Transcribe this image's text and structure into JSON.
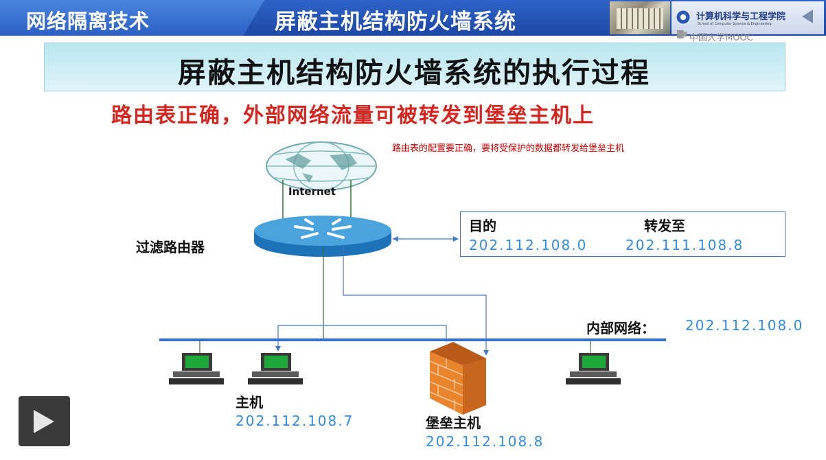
{
  "header": {
    "course_section": "网络隔离技术",
    "slide_topic": "屏蔽主机结构防火墙系统",
    "school_name": "计算机科学与工程学院",
    "school_subtitle": "School of Computer Science & Engineering",
    "platform": "中国大学MOOC"
  },
  "slide": {
    "title": "屏蔽主机结构防火墙系统的执行过程",
    "subtitle": "路由表正确，外部网络流量可被转发到堡垒主机上",
    "annotation": "路由表的配置要正确，要将受保护的数据都转发给堡垒主机"
  },
  "diagram": {
    "internet_label": "Internet",
    "router_label": "过滤路由器",
    "routing_table": {
      "headers": [
        "目的",
        "转发至"
      ],
      "row": [
        "202.112.108.0",
        "202.111.108.8"
      ]
    },
    "internal_network": {
      "label": "内部网络：",
      "value": "202.112.108.0"
    },
    "host": {
      "label": "主机",
      "ip": "202.112.108.7"
    },
    "bastion_host": {
      "label": "堡垒主机",
      "ip": "202.112.108.8"
    }
  },
  "player": {
    "icon": "play-icon"
  },
  "colors": {
    "banner": "#2352b8",
    "title_band": "#c6eaf2",
    "subtitle": "#d6241f",
    "annotation": "#d40000",
    "ip_text": "#2e8be6",
    "lan_bus": "#2f6fd6",
    "monitor_screen": "#1fa83a",
    "firewall": "#e8852c"
  }
}
